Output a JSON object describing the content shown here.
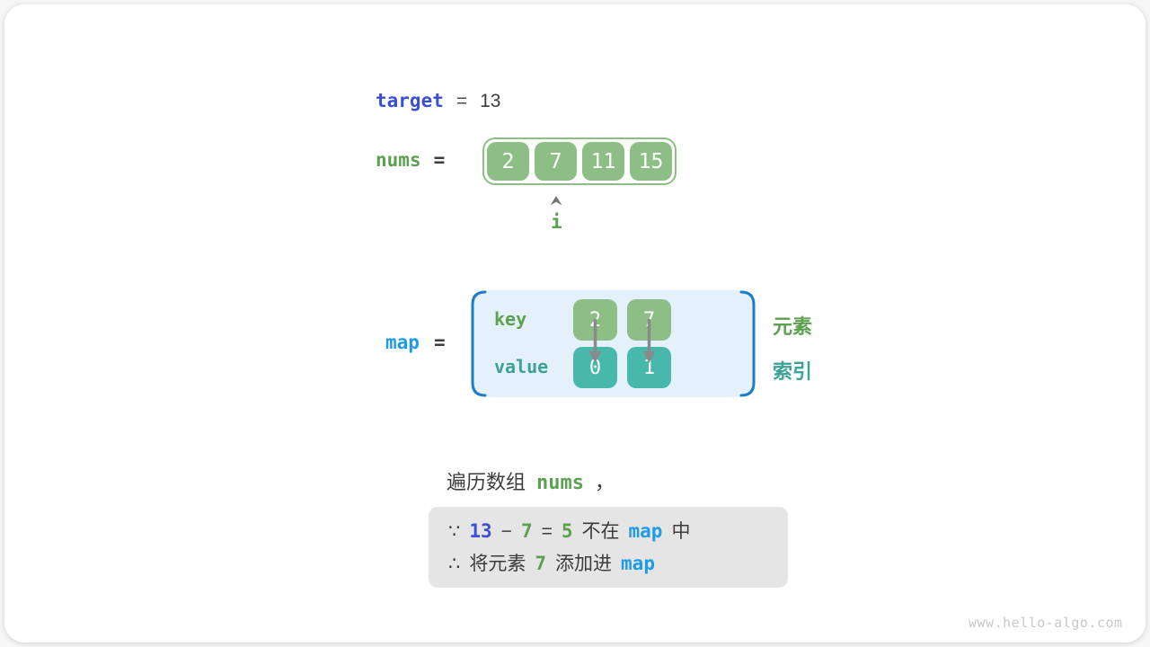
{
  "colors": {
    "indigo_code": "#3B4FD4",
    "bright_blue_code": "#209BE5",
    "bracket_blue": "#1E7DC8",
    "green_code": "#5CA150",
    "teal_code": "#3AA296",
    "green_box": "#8CBE85",
    "teal_box": "#48B8AD",
    "dark_text": "#3C3C3C",
    "arrow_gray": "#8A8A8A",
    "map_bg": "#E4F1FA",
    "note_bg": "#E5E5E5",
    "watermark_gray": "#C9C9C9"
  },
  "target_line": {
    "label": "target",
    "equals": "=",
    "value": "13"
  },
  "nums_line": {
    "label": "nums",
    "equals": "=",
    "cells": [
      "2",
      "7",
      "11",
      "15"
    ],
    "pointer": {
      "label": "i",
      "index": 1
    }
  },
  "map_section": {
    "label": "map",
    "equals": "=",
    "key_label": "key",
    "value_label": "value",
    "entries": [
      {
        "key": "2",
        "value": "0"
      },
      {
        "key": "7",
        "value": "1"
      }
    ],
    "element_label": "元素",
    "index_label": "索引"
  },
  "caption": {
    "prefix": "遍历数组",
    "code": "nums",
    "comma": "，"
  },
  "note_box": {
    "line1": {
      "sym": "∵",
      "minuend": "13",
      "minus": "−",
      "subtrahend": "7",
      "equals": "=",
      "difference": "5",
      "not_in": "不在",
      "map": "map",
      "suffix": "中"
    },
    "line2": {
      "sym": "∴",
      "prefix": "将元素",
      "num": "7",
      "action": "添加进",
      "map": "map"
    }
  },
  "watermark": "www.hello-algo.com"
}
